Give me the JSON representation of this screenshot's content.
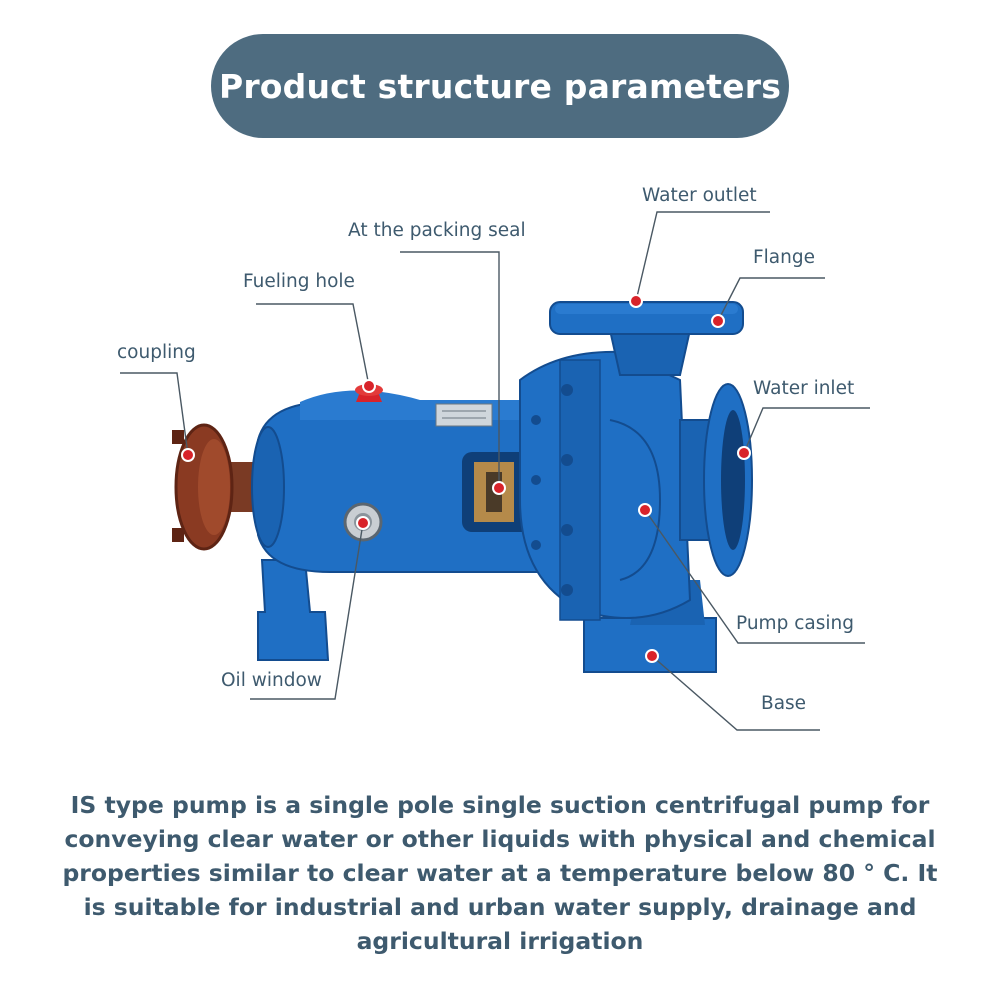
{
  "title": "Product structure parameters",
  "labels": {
    "water_outlet": "Water outlet",
    "packing_seal": "At the packing seal",
    "flange": "Flange",
    "fueling_hole": "Fueling hole",
    "coupling": "coupling",
    "water_inlet": "Water inlet",
    "pump_casing": "Pump casing",
    "oil_window": "Oil window",
    "base": "Base"
  },
  "description": "IS type pump is a single pole single suction centrifugal pump for conveying clear water or other liquids with physical and chemical properties similar to clear water at a temperature below 80 ° C. It is suitable for industrial and urban water supply, drainage and agricultural irrigation",
  "colors": {
    "title_bg": "#4e6c80",
    "text": "#3e5a6e",
    "pump_blue": "#1f6fc4",
    "pump_dark": "#134c8f",
    "coupling_brown": "#8a3a22",
    "marker_red": "#d8232a"
  }
}
